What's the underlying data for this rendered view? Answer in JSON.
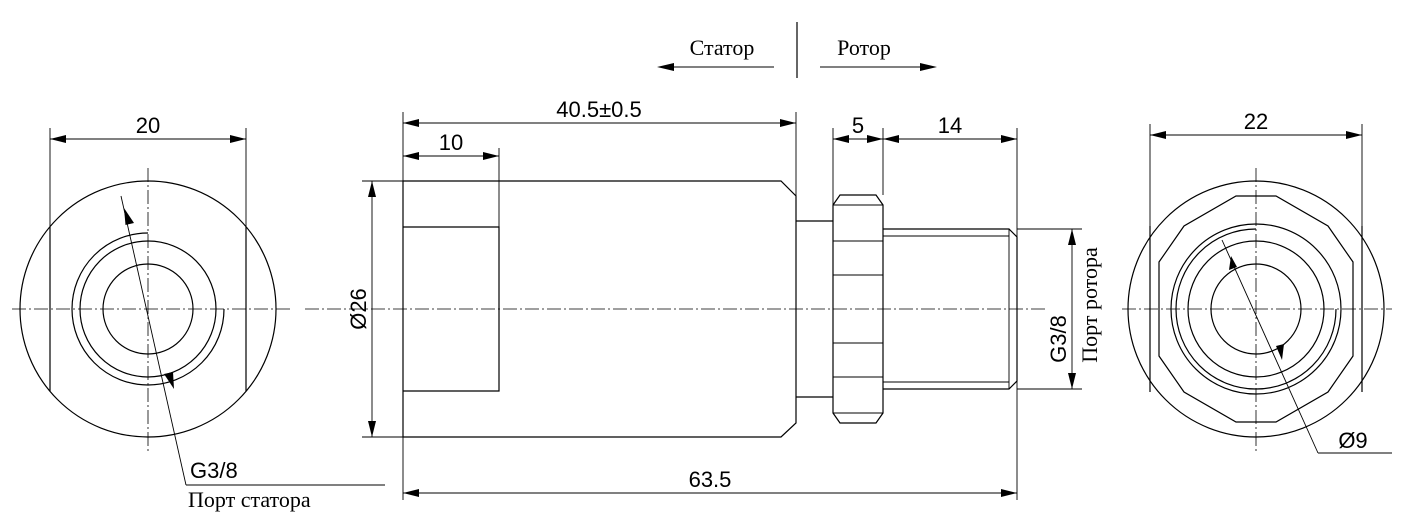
{
  "labels": {
    "stator": "Статор",
    "rotor": "Ротор",
    "stator_port_thread": "G3/8",
    "stator_port": "Порт статора",
    "rotor_port_thread": "G3/8",
    "rotor_port": "Порт ротора",
    "bore_dia": "Ø9"
  },
  "dimensions": {
    "left_view_width": "20",
    "body_length": "40.5±0.5",
    "counterbore_depth": "10",
    "nut_width": "5",
    "thread_length": "14",
    "right_view_width": "22",
    "body_dia": "Ø26",
    "total_length": "63.5"
  }
}
